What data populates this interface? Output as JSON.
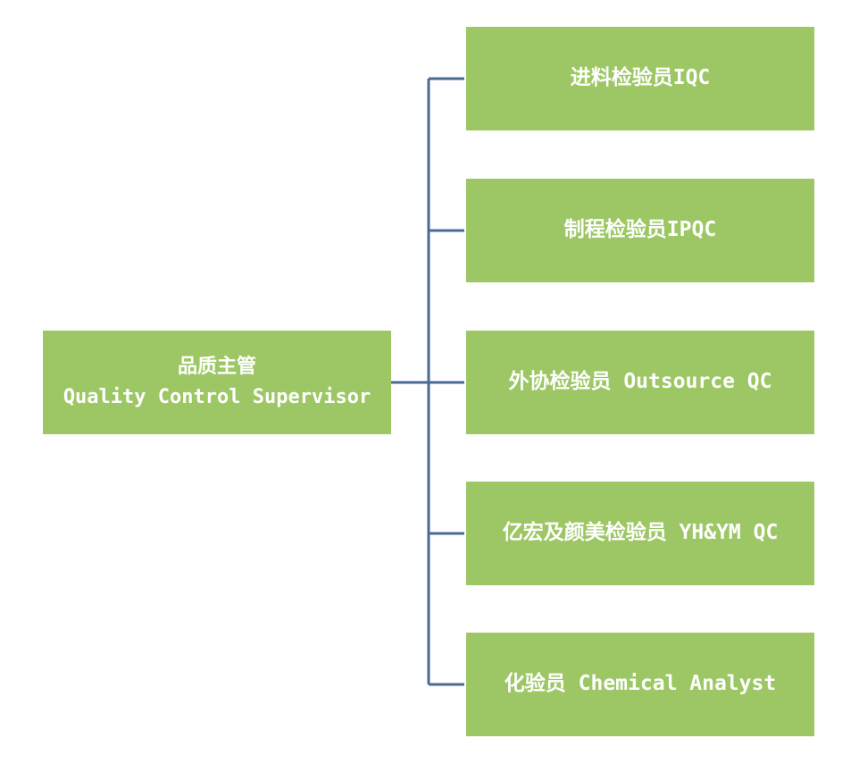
{
  "root": {
    "title_cn": "品质主管",
    "title_en": "Quality Control Supervisor"
  },
  "children": [
    {
      "label": "进料检验员IQC"
    },
    {
      "label": "制程检验员IPQC"
    },
    {
      "label": "外协检验员 Outsource QC"
    },
    {
      "label": "亿宏及颜美检验员 YH&YM QC"
    },
    {
      "label": "化验员 Chemical Analyst"
    }
  ],
  "colors": {
    "node_fill": "#9dc765",
    "node_text": "#ffffff",
    "connector": "#4a6a94"
  }
}
